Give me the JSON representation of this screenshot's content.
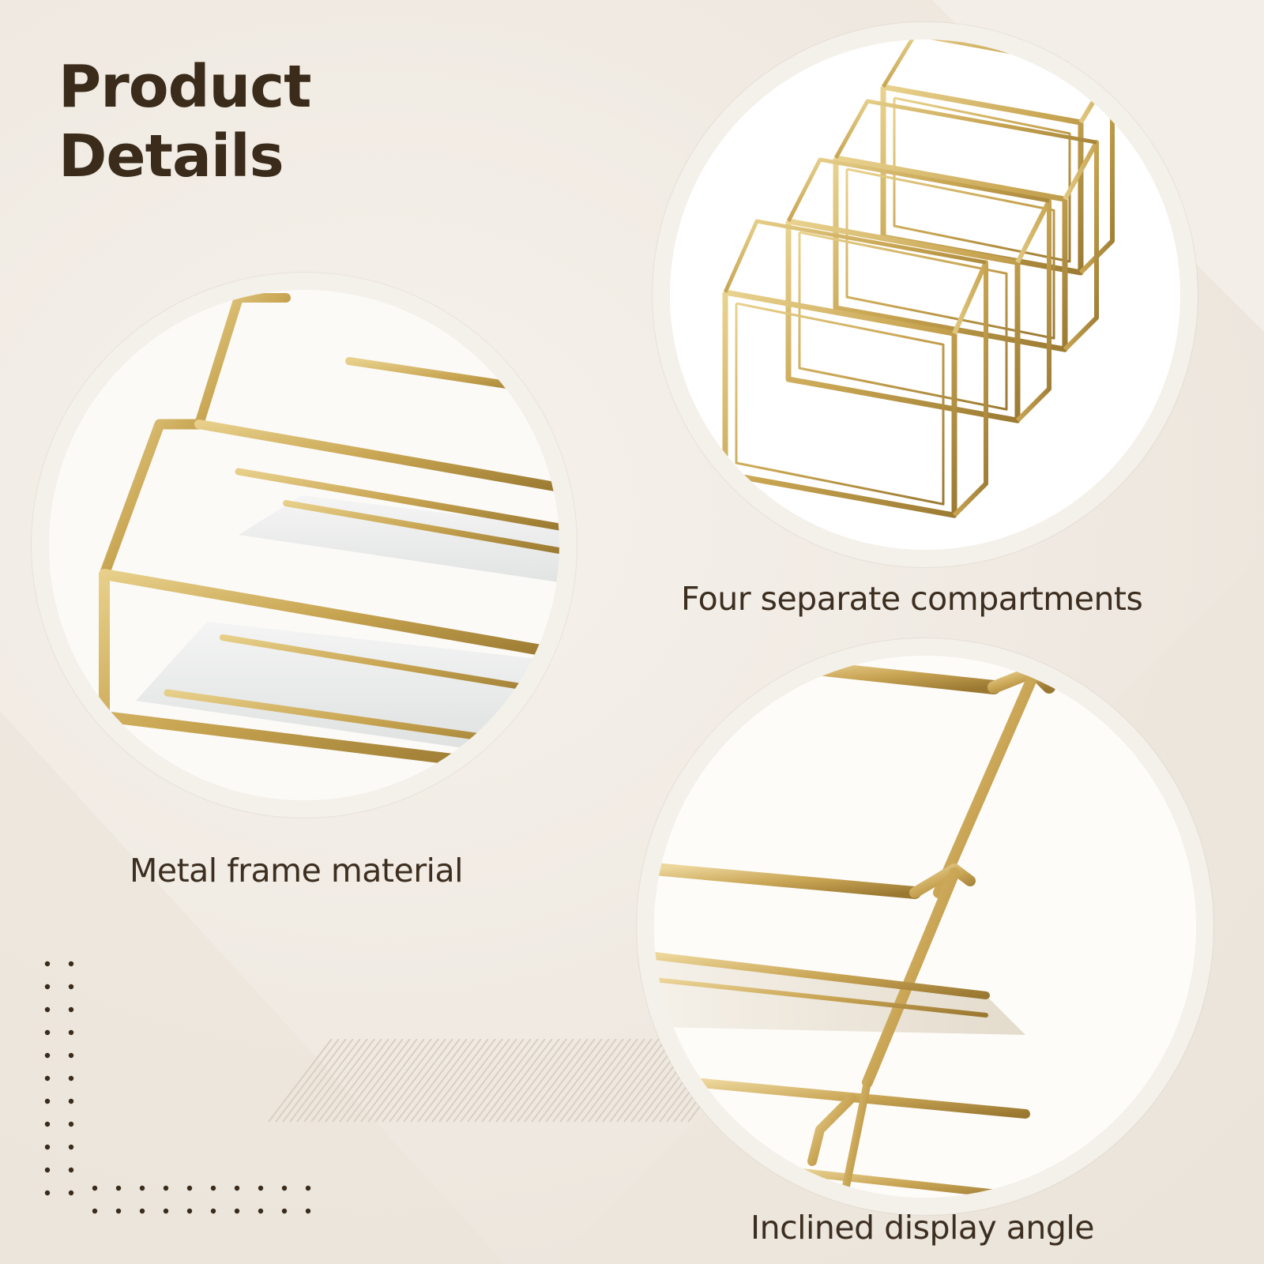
{
  "header": {
    "title_line1": "Product",
    "title_line2": "Details"
  },
  "features": [
    {
      "caption": "Metal frame material"
    },
    {
      "caption": "Four separate compartments"
    },
    {
      "caption": "Inclined display angle"
    }
  ],
  "colors": {
    "background": "#efe9e1",
    "title": "#3a2b1a",
    "caption": "#3c2e20",
    "gold": "#c8a552",
    "gold_dark": "#9b7a32",
    "circle_fill": "#ffffff",
    "ring": "#f4f0ea",
    "dots": "#3a2b1a"
  }
}
